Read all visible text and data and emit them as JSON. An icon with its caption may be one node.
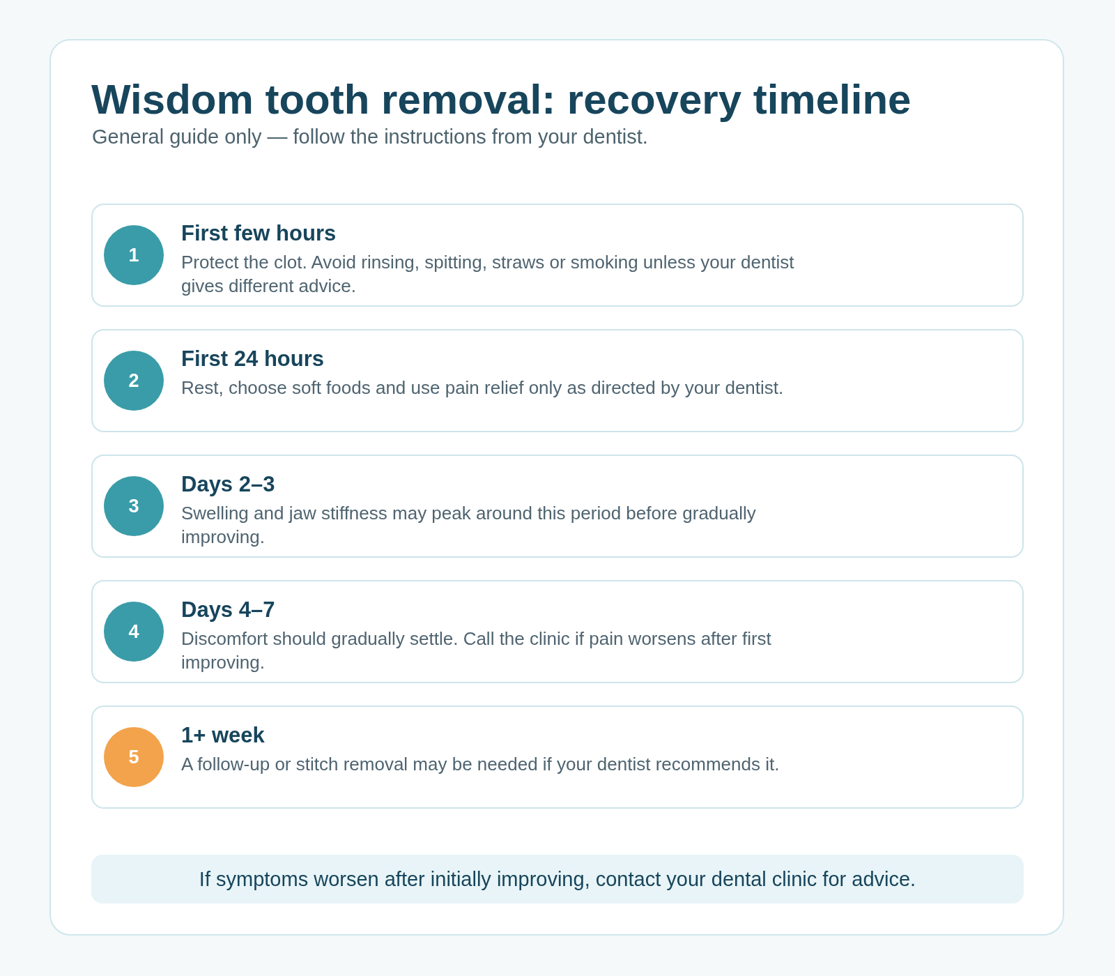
{
  "diagram": {
    "title": "Wisdom tooth removal: recovery timeline",
    "nodes": [
      {
        "text": [
          "First few hours",
          "Protect the clot. Avoid rinsing, spitting, straws or smoking unless your dentist gives different advice."
        ]
      },
      {
        "text": [
          "1"
        ],
        "in": 0
      },
      {
        "text": [
          "First 24 hours",
          "Rest, choose soft foods and use pain relief only as directed by your dentist."
        ]
      },
      {
        "text": [
          "2"
        ],
        "in": 2
      },
      {
        "text": [
          "Days 2–3",
          "Swelling and jaw stiffness may peak around this period before gradually improving."
        ]
      },
      {
        "text": [
          "3"
        ],
        "in": 4
      },
      {
        "text": [
          "Days 4–7",
          "Discomfort should gradually settle. Call the clinic if pain worsens after first improving."
        ]
      },
      {
        "text": [
          "4"
        ],
        "in": 6
      },
      {
        "text": [
          "1+ week",
          "A follow-up or stitch removal may be needed if your dentist recommends it."
        ]
      },
      {
        "text": [
          "5"
        ],
        "in": 8
      },
      {
        "text": [
          "If symptoms worsen after initially improving, contact your dental clinic for advice."
        ]
      }
    ],
    "labels": [
      "General guide only — follow the instructions from your dentist."
    ]
  }
}
